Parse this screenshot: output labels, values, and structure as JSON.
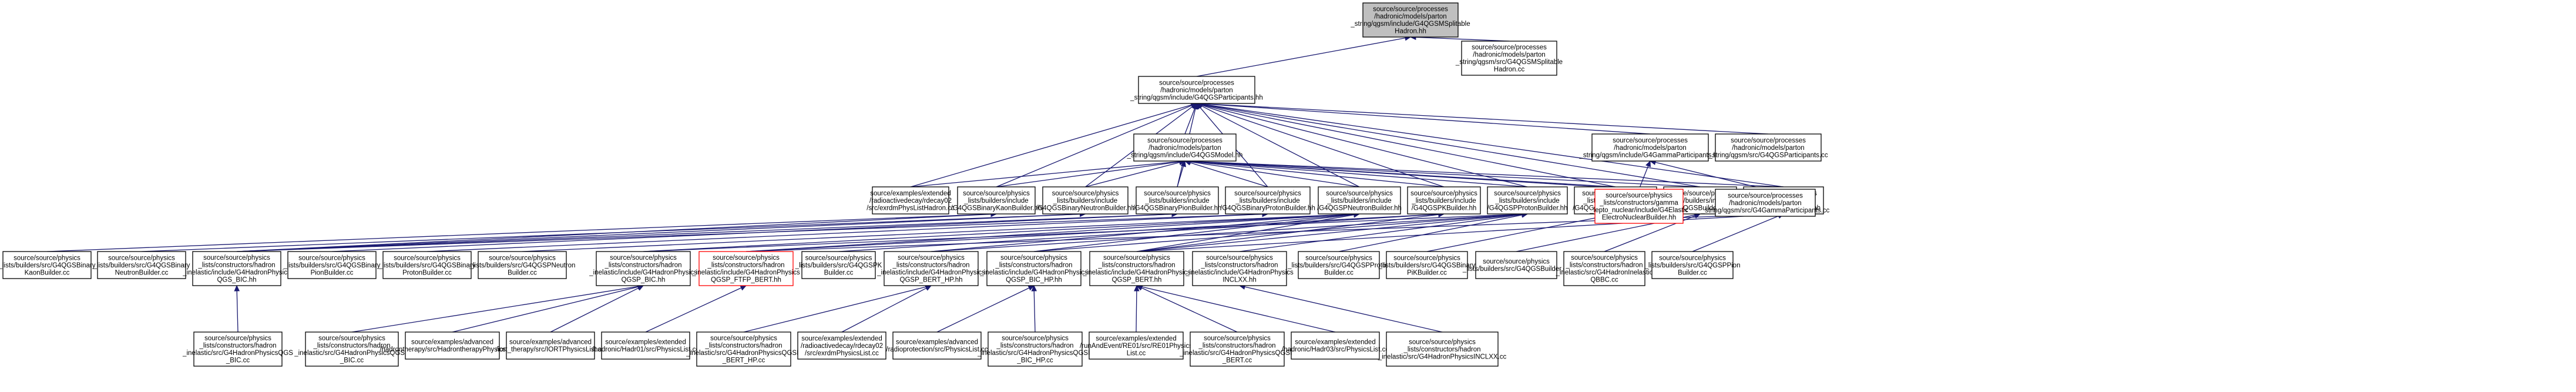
{
  "nodes": [
    {
      "id": "root",
      "lines": [
        "source/source/processes",
        "/hadronic/models/parton",
        "_string/qgsm/include/G4QGSMSplitable",
        "Hadron.hh"
      ],
      "style": "root"
    },
    {
      "id": "qgsmsplit_cc",
      "lines": [
        "source/source/processes",
        "/hadronic/models/parton",
        "_string/qgsm/src/G4QGSMSplitable",
        "Hadron.cc"
      ]
    },
    {
      "id": "qgspart_hh",
      "lines": [
        "source/source/processes",
        "/hadronic/models/parton",
        "_string/qgsm/include/G4QGSParticipants.hh"
      ]
    },
    {
      "id": "qgsmodel_hh",
      "lines": [
        "source/source/processes",
        "/hadronic/models/parton",
        "_string/qgsm/include/G4QGSModel.hh"
      ]
    },
    {
      "id": "gammapart_hh",
      "lines": [
        "source/source/processes",
        "/hadronic/models/parton",
        "_string/qgsm/include/G4GammaParticipants.hh"
      ]
    },
    {
      "id": "qgspart_cc",
      "lines": [
        "source/source/processes",
        "/hadronic/models/parton",
        "_string/qgsm/src/G4QGSParticipants.cc"
      ]
    },
    {
      "id": "exrdm",
      "lines": [
        "source/examples/extended",
        "/radioactivedecay/rdecay02",
        "/src/exrdmPhysListHadron.cc"
      ]
    },
    {
      "id": "kaonb_hh",
      "lines": [
        "source/source/physics",
        "_lists/builders/include",
        "/G4QGSBinaryKaonBuilder.hh"
      ]
    },
    {
      "id": "neutronb_hh",
      "lines": [
        "source/source/physics",
        "_lists/builders/include",
        "/G4QGSBinaryNeutronBuilder.hh"
      ]
    },
    {
      "id": "pionb_hh",
      "lines": [
        "source/source/physics",
        "_lists/builders/include",
        "/G4QGSBinaryPionBuilder.hh"
      ]
    },
    {
      "id": "protonb_hh",
      "lines": [
        "source/source/physics",
        "_lists/builders/include",
        "/G4QGSBinaryProtonBuilder.hh"
      ]
    },
    {
      "id": "qgspneutron_hh",
      "lines": [
        "source/source/physics",
        "_lists/builders/include",
        "/G4QGSPNeutronBuilder.hh"
      ]
    },
    {
      "id": "qgspk_hh",
      "lines": [
        "source/source/physics",
        "_lists/builders/include",
        "/G4QGSPKBuilder.hh"
      ]
    },
    {
      "id": "qgspproton_hh",
      "lines": [
        "source/source/physics",
        "_lists/builders/include",
        "/G4QGSPProtonBuilder.hh"
      ]
    },
    {
      "id": "pikb_hh",
      "lines": [
        "source/source/physics",
        "_lists/builders/include",
        "/G4QGSBinaryPiKBuilder.hh"
      ]
    },
    {
      "id": "qgsb_hh",
      "lines": [
        "source/source/physics",
        "_lists/builders/include",
        "/G4QGSBuilder.hh"
      ]
    },
    {
      "id": "qgsppion_hh",
      "lines": [
        "source/source/physics",
        "_lists/builders/include",
        "/G4QGSPPionBuilder.hh"
      ]
    },
    {
      "id": "gammanuc",
      "lines": [
        "source/source/physics",
        "_lists/constructors/gamma",
        "_lepto_nuclear/include/G4Elastic",
        "ElectroNuclearBuilder.hh"
      ],
      "style": "red"
    },
    {
      "id": "gammapart_cc",
      "lines": [
        "source/source/processes",
        "/hadronic/models/parton",
        "_string/qgsm/src/G4GammaParticipants.cc"
      ]
    },
    {
      "id": "kaonb_cc",
      "lines": [
        "source/source/physics",
        "_lists/builders/src/G4QGSBinary",
        "KaonBuilder.cc"
      ]
    },
    {
      "id": "neutronb_cc",
      "lines": [
        "source/source/physics",
        "_lists/builders/src/G4QGSBinary",
        "NeutronBuilder.cc"
      ]
    },
    {
      "id": "qgsbic_hh",
      "lines": [
        "source/source/physics",
        "_lists/constructors/hadron",
        "_inelastic/include/G4HadronPhysics",
        "QGS_BIC.hh"
      ]
    },
    {
      "id": "pionb_cc",
      "lines": [
        "source/source/physics",
        "_lists/builders/src/G4QGSBinary",
        "PionBuilder.cc"
      ]
    },
    {
      "id": "protonb_cc",
      "lines": [
        "source/source/physics",
        "_lists/builders/src/G4QGSBinary",
        "ProtonBuilder.cc"
      ]
    },
    {
      "id": "qgspneutron_cc",
      "lines": [
        "source/source/physics",
        "_lists/builders/src/G4QGSPNeutron",
        "Builder.cc"
      ]
    },
    {
      "id": "qgspbic_hh",
      "lines": [
        "source/source/physics",
        "_lists/constructors/hadron",
        "_inelastic/include/G4HadronPhysics",
        "QGSP_BIC.hh"
      ]
    },
    {
      "id": "ftfpbert_hh",
      "lines": [
        "source/source/physics",
        "_lists/constructors/hadron",
        "_inelastic/include/G4HadronPhysics",
        "QGSP_FTFP_BERT.hh"
      ],
      "style": "red"
    },
    {
      "id": "qgspk_cc",
      "lines": [
        "source/source/physics",
        "_lists/builders/src/G4QGSPK",
        "Builder.cc"
      ]
    },
    {
      "id": "bertfp_hh",
      "lines": [
        "source/source/physics",
        "_lists/constructors/hadron",
        "_inelastic/include/G4HadronPhysics",
        "QGSP_BERT_HP.hh"
      ]
    },
    {
      "id": "bichp_hh",
      "lines": [
        "source/source/physics",
        "_lists/constructors/hadron",
        "_inelastic/include/G4HadronPhysics",
        "QGSP_BIC_HP.hh"
      ]
    },
    {
      "id": "bert_hh",
      "lines": [
        "source/source/physics",
        "_lists/constructors/hadron",
        "_inelastic/include/G4HadronPhysics",
        "QGSP_BERT.hh"
      ]
    },
    {
      "id": "inclxx_hh",
      "lines": [
        "source/source/physics",
        "_lists/constructors/hadron",
        "_inelastic/include/G4HadronPhysics",
        "INCLXX.hh"
      ]
    },
    {
      "id": "qgspproton_cc",
      "lines": [
        "source/source/physics",
        "_lists/builders/src/G4QGSPProton",
        "Builder.cc"
      ]
    },
    {
      "id": "pikb_cc",
      "lines": [
        "source/source/physics",
        "_lists/builders/src/G4QGSBinary",
        "PiKBuilder.cc"
      ]
    },
    {
      "id": "qgsb_cc",
      "lines": [
        "source/source/physics",
        "_lists/builders/src/G4QGSBuilder.cc"
      ]
    },
    {
      "id": "gbbc_cc",
      "lines": [
        "source/source/physics",
        "_lists/constructors/hadron",
        "_inelastic/src/G4HadronInelastic",
        "QBBC.cc"
      ]
    },
    {
      "id": "qgsppion_cc",
      "lines": [
        "source/source/physics",
        "_lists/builders/src/G4QGSPPion",
        "Builder.cc"
      ]
    },
    {
      "id": "qgsbic_cc",
      "lines": [
        "source/source/physics",
        "_lists/constructors/hadron",
        "_inelastic/src/G4HadronPhysicsQGS",
        "_BIC.cc"
      ]
    },
    {
      "id": "qgspbic_cc",
      "lines": [
        "source/source/physics",
        "_lists/constructors/hadron",
        "_inelastic/src/G4HadronPhysicsQGSP",
        "_BIC.cc"
      ]
    },
    {
      "id": "hadrontherapy",
      "lines": [
        "source/examples/advanced",
        "/hadrontherapy/src/HadrontherapyPhysicsList.cc"
      ]
    },
    {
      "id": "iort",
      "lines": [
        "source/examples/advanced",
        "/iort_therapy/src/IORTPhysicsList.cc"
      ]
    },
    {
      "id": "hadr01",
      "lines": [
        "source/examples/extended",
        "/hadronic/Hadr01/src/PhysicsList.cc"
      ]
    },
    {
      "id": "bertfp_cc",
      "lines": [
        "source/source/physics",
        "_lists/constructors/hadron",
        "_inelastic/src/G4HadronPhysicsQGSP",
        "_BERT_HP.cc"
      ]
    },
    {
      "id": "rdecay01",
      "lines": [
        "source/examples/extended",
        "/radioactivedecay/rdecay02",
        "/src/exrdmPhysicsList.cc"
      ]
    },
    {
      "id": "radioprot",
      "lines": [
        "source/examples/advanced",
        "/radioprotection/src/PhysicsList.cc"
      ]
    },
    {
      "id": "bichp_cc",
      "lines": [
        "source/source/physics",
        "_lists/constructors/hadron",
        "_inelastic/src/G4HadronPhysicsQGSP",
        "_BIC_HP.cc"
      ]
    },
    {
      "id": "runandevent",
      "lines": [
        "source/examples/extended",
        "/runAndEvent/RE01/src/RE01Physics",
        "List.cc"
      ]
    },
    {
      "id": "bert_cc",
      "lines": [
        "source/source/physics",
        "_lists/constructors/hadron",
        "_inelastic/src/G4HadronPhysicsQGSP",
        "_BERT.cc"
      ]
    },
    {
      "id": "hadr03",
      "lines": [
        "source/examples/extended",
        "/hadronic/Hadr03/src/PhysicsList.cc"
      ]
    },
    {
      "id": "inclxx_cc",
      "lines": [
        "source/source/physics",
        "_lists/constructors/hadron",
        "_inelastic/src/G4HadronPhysicsINCLXX.cc"
      ]
    }
  ]
}
